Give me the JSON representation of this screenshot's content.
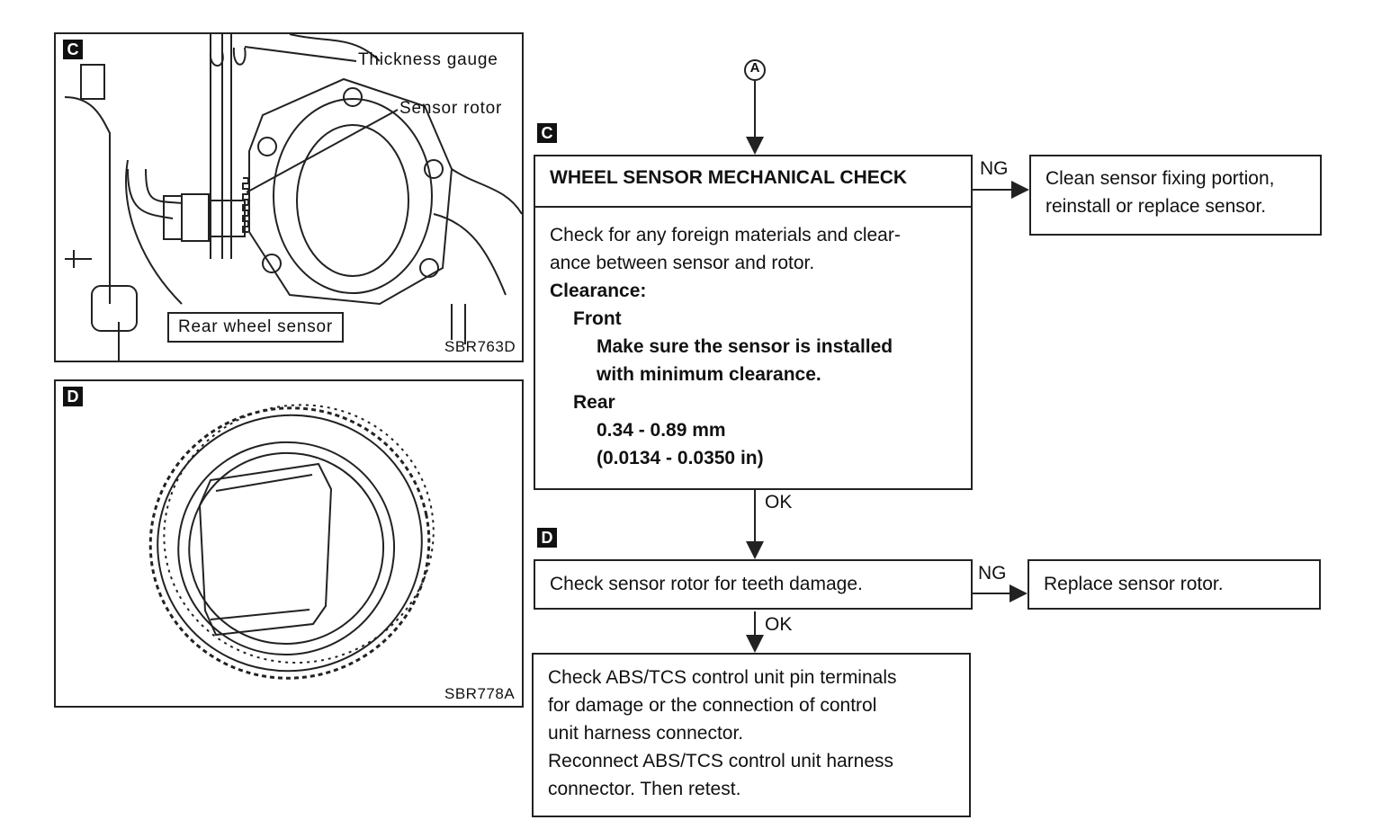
{
  "figures": {
    "c": {
      "badge": "C",
      "thickness_gauge": "Thickness gauge",
      "sensor_rotor": "Sensor rotor",
      "rear_wheel_sensor": "Rear wheel sensor",
      "code": "SBR763D"
    },
    "d": {
      "badge": "D",
      "code": "SBR778A"
    }
  },
  "flow": {
    "connector": "A",
    "step_c": {
      "badge": "C",
      "title": "WHEEL SENSOR MECHANICAL CHECK",
      "line1": "Check for any foreign materials and clear-",
      "line2": "ance between sensor and rotor.",
      "clearance_label": "Clearance:",
      "front_label": "Front",
      "front_text1": "Make sure the sensor is installed",
      "front_text2": "with minimum clearance.",
      "rear_label": "Rear",
      "rear_value1": "0.34 - 0.89 mm",
      "rear_value2": "(0.0134 - 0.0350 in)",
      "ng_label": "NG",
      "ng_text1": "Clean sensor fixing portion,",
      "ng_text2": "reinstall or replace sensor.",
      "ok_label": "OK"
    },
    "step_d": {
      "badge": "D",
      "text": "Check sensor rotor for teeth damage.",
      "ng_label": "NG",
      "ng_text": "Replace sensor rotor.",
      "ok_label": "OK"
    },
    "final": {
      "line1": "Check ABS/TCS control unit pin terminals",
      "line2": "for damage or the connection of control",
      "line3": "unit harness connector.",
      "line4": "Reconnect ABS/TCS control unit harness",
      "line5": "connector. Then retest."
    }
  }
}
